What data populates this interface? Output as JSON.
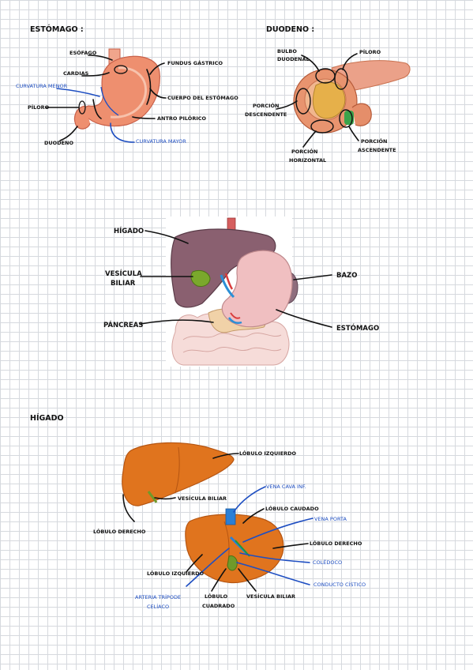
{
  "headings": {
    "estomago": "ESTÓMAGO :",
    "duodeno": "DUODENO :",
    "higado": "HÍGADO"
  },
  "estomago_labels": {
    "esofago": "ESÓFAGO",
    "cardias": "CARDIAS",
    "curvatura_menor": "CURVATURA MENOR",
    "piloro": "PÍLORO",
    "duodeno": "DUODENO",
    "fundus_gastrico": "FUNDUS GÁSTRICO",
    "cuerpo_estomago": "CUERPO DEL ESTÓMAGO",
    "antro_pilorico": "ANTRO PILÓRICO",
    "curvatura_mayor": "CURVATURA MAYOR"
  },
  "duodeno_labels": {
    "bulbo_1": "BULBO",
    "bulbo_2": "DUODENAL",
    "piloro": "PÍLORO",
    "desc_1": "PORCIÓN",
    "desc_2": "DESCENDENTE",
    "horiz_1": "PORCIÓN",
    "horiz_2": "HORIZONTAL",
    "asc_1": "PORCIÓN",
    "asc_2": "ASCENDENTE"
  },
  "abdomen_labels": {
    "higado": "HÍGADO",
    "vesicula_1": "VESÍCULA",
    "vesicula_2": "BILIAR",
    "pancreas": "PÁNCREAS",
    "bazo": "BAZO",
    "estomago": "ESTÓMAGO"
  },
  "higado_labels": {
    "lobulo_izquierdo_a": "LÓBULO IZQUIERDO",
    "vesicula_biliar_a": "VESÍCULA BILIAR",
    "lobulo_derecho_a": "LÓBULO DERECHO",
    "vena_cava": "VENA CAVA INF.",
    "lobulo_caudado": "LÓBULO CAUDADO",
    "vena_porta": "VENA PORTA",
    "lobulo_derecho_b": "LÓBULO DERECHO",
    "coledoco": "COLÉDOCO",
    "conducto_cistico": "CONDUCTO CÍSTICO",
    "lobulo_izquierdo_b": "LÓBULO IZQUIERDO",
    "arteria_1": "ARTERIA TRÍPODE",
    "arteria_2": "CELÍACO",
    "lobulo_cuadrado_1": "LÓBULO",
    "lobulo_cuadrado_2": "CUADRADO",
    "vesicula_biliar_b": "VESÍCULA BILIAR"
  },
  "colors": {
    "ink": "#111111",
    "blue_ink": "#1f4fc2",
    "stomach": "#ee8f6f",
    "liver": "#e0741e",
    "gallbladder": "#6f9a2a",
    "grid": "#d6d9de"
  }
}
